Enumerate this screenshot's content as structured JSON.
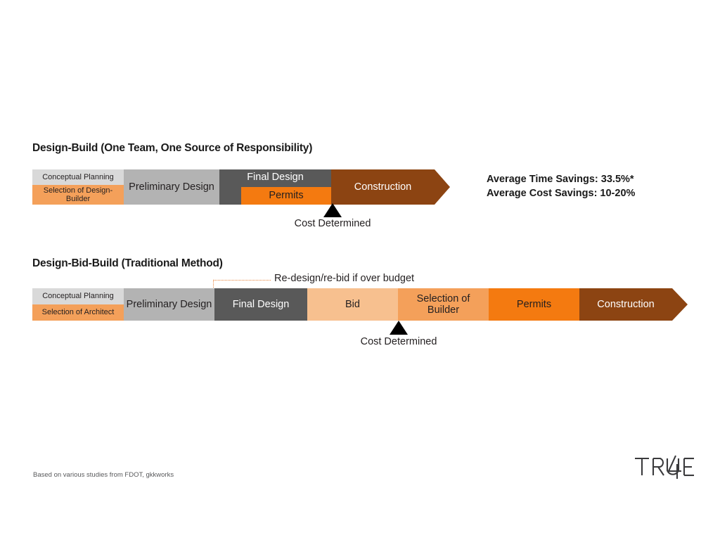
{
  "palette": {
    "light_gray": "#d9d9d9",
    "mid_gray": "#b3b3b3",
    "dark_gray": "#595959",
    "light_orange": "#f7c08f",
    "mid_orange": "#f4a05a",
    "bright_orange": "#f47a10",
    "brown": "#8c4412",
    "text_dark": "#231f20",
    "text_light": "#ffffff",
    "dotted_orange": "#e8833a"
  },
  "design_build": {
    "title": "Design-Build (One Team, One Source of Responsibility)",
    "segments": [
      {
        "label": "Conceptual Planning",
        "fill": "#d9d9d9",
        "text_color": "#231f20"
      },
      {
        "label": "Selection of Design-Builder",
        "fill": "#f4a05a",
        "text_color": "#231f20"
      },
      {
        "label": "Preliminary Design",
        "fill": "#b3b3b3",
        "text_color": "#231f20"
      },
      {
        "label": "Final Design",
        "fill": "#595959",
        "text_color": "#ffffff"
      },
      {
        "label": "Permits",
        "fill": "#f47a10",
        "text_color": "#231f20"
      },
      {
        "label": "Construction",
        "fill": "#8c4412",
        "text_color": "#ffffff"
      }
    ],
    "marker_label": "Cost Determined",
    "savings_time": "Average Time Savings: 33.5%*",
    "savings_cost": "Average Cost Savings: 10-20%"
  },
  "design_bid_build": {
    "title": "Design-Bid-Build (Traditional Method)",
    "segments": [
      {
        "label": "Conceptual Planning",
        "fill": "#d9d9d9",
        "text_color": "#231f20"
      },
      {
        "label": "Selection of Architect",
        "fill": "#f4a05a",
        "text_color": "#231f20"
      },
      {
        "label": "Preliminary Design",
        "fill": "#b3b3b3",
        "text_color": "#231f20"
      },
      {
        "label": "Final Design",
        "fill": "#595959",
        "text_color": "#ffffff"
      },
      {
        "label": "Bid",
        "fill": "#f7c08f",
        "text_color": "#231f20"
      },
      {
        "label": "Selection of Builder",
        "fill": "#f4a05a",
        "text_color": "#231f20"
      },
      {
        "label": "Permits",
        "fill": "#f47a10",
        "text_color": "#231f20"
      },
      {
        "label": "Construction",
        "fill": "#8c4412",
        "text_color": "#ffffff"
      }
    ],
    "marker_label": "Cost Determined",
    "redesign_label": "Re-design/re-bid if over budget"
  },
  "footer": {
    "source_note": "Based on various studies from FDOT, gkkworks",
    "logo_text": "TRUE"
  }
}
